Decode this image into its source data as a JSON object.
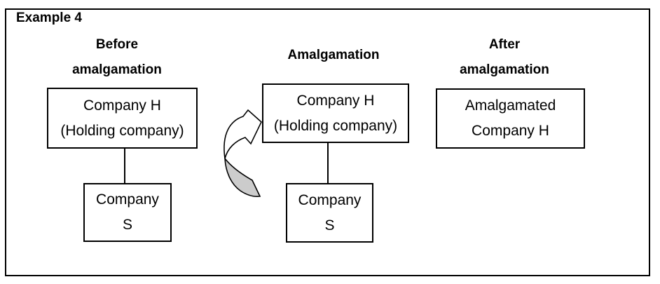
{
  "figure": {
    "title": "Example 4",
    "stages": {
      "before": {
        "heading": {
          "line1": "Before",
          "line2": "amalgamation"
        },
        "holding_box": {
          "line1": "Company H",
          "line2": "(Holding company)"
        },
        "subsidiary_box": {
          "line1": "Company",
          "line2": "S"
        }
      },
      "amalgamation": {
        "heading": {
          "line1": "Amalgamation"
        },
        "holding_box": {
          "line1": "Company H",
          "line2": "(Holding company)"
        },
        "subsidiary_box": {
          "line1": "Company",
          "line2": "S"
        }
      },
      "after": {
        "heading": {
          "line1": "After",
          "line2": "amalgamation"
        },
        "amalgamated_box": {
          "line1": "Amalgamated",
          "line2": "Company H"
        }
      }
    },
    "icons": {
      "merge_arrow": "curved-merge-arrow"
    },
    "colors": {
      "line": "#000000",
      "background": "#ffffff",
      "arrow_shade": "#cccccc"
    }
  }
}
